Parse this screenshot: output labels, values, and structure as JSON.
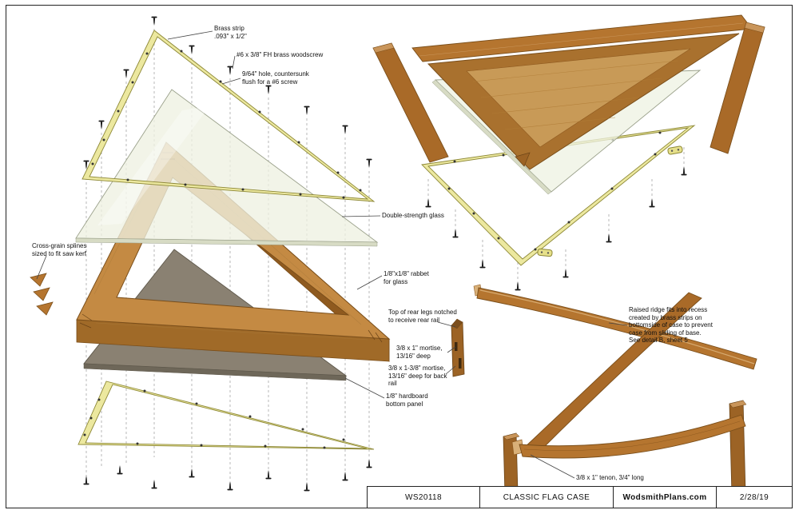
{
  "sheet": {
    "title_block": {
      "doc_number": "WS20118",
      "title": "CLASSIC FLAG CASE",
      "website": "WodsmithPlans.com",
      "date": "2/28/19"
    },
    "annotations": {
      "brass_strip": "Brass strip\n.093\" x 1/2\"",
      "woodscrew": "#6 x 3/8\" FH brass woodscrew",
      "countersunk_hole": "9/64\" hole, countersunk\nflush for a #6 screw",
      "glass": "Double-strength glass",
      "splines": "Cross-grain splines\nsized to fit saw kerf",
      "rabbet": "1/8\"x1/8\" rabbet\nfor glass",
      "rear_legs": "Top of rear legs notched\nto receive rear rail",
      "mortise_small": "3/8 x 1\" mortise,\n13/16\" deep",
      "mortise_back": "3/8 x 1-3/8\" mortise,\n13/16\" deep for back\nrail",
      "bottom_panel": "1/8\" hardboard\nbottom panel",
      "raised_ridge": "Raised ridge fits into recess\ncreated by brass strips on\nbottomside of case to prevent\ncase from sliding of base.\nSee detail B, sheet 5",
      "tenon": "3/8 x 1\" tenon, 3/4\" long"
    },
    "colors": {
      "wood_light": "#c9955a",
      "wood_mid": "#b5752f",
      "wood_dark": "#9c6325",
      "brass": "#ece89f",
      "brass_edge": "#8d8836",
      "glass": "#f0f2e6",
      "hardboard": "#8a8172",
      "line": "#222222"
    }
  }
}
